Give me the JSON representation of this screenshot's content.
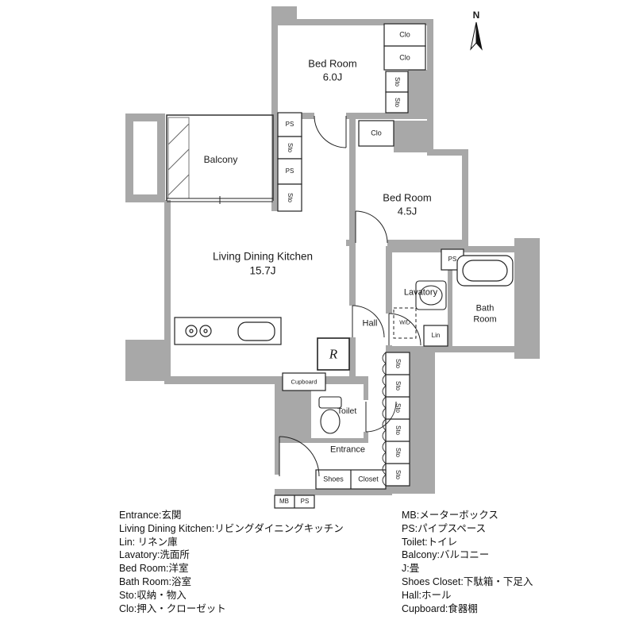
{
  "compass": {
    "north": "N"
  },
  "rooms": {
    "bedroom6_name": "Bed Room",
    "bedroom6_size": "6.0J",
    "bedroom45_name": "Bed Room",
    "bedroom45_size": "4.5J",
    "ldk_name": "Living Dining Kitchen",
    "ldk_size": "15.7J",
    "balcony": "Balcony",
    "lavatory": "Lavatory",
    "bath_line1": "Bath",
    "bath_line2": "Room",
    "hall": "Hall",
    "toilet": "Toilet",
    "entrance": "Entrance",
    "shoes": "Shoes",
    "closet": "Closet",
    "cupboard": "Cupboard",
    "wd": "W/D",
    "lin": "Lin",
    "refrigerator": "R",
    "mb": "MB",
    "ps": "PS",
    "clo": "Clo",
    "sto": "Sto"
  },
  "legend_left": [
    "Entrance:玄関",
    "Living Dining Kitchen:リビングダイニングキッチン",
    "Lin: リネン庫",
    "Lavatory:洗面所",
    "Bed Room:洋室",
    "Bath Room:浴室",
    "Sto:収納・物入",
    "Clo:押入・クローゼット"
  ],
  "legend_right": [
    "MB:メーターボックス",
    "PS:パイプスペース",
    "Toilet:トイレ",
    "Balcony:バルコニー",
    "J:畳",
    "Shoes Closet:下駄箱・下足入",
    "Hall:ホール",
    "Cupboard:食器棚"
  ],
  "colors": {
    "wall": "#a8a8a8",
    "line": "#222222",
    "background": "#ffffff"
  }
}
